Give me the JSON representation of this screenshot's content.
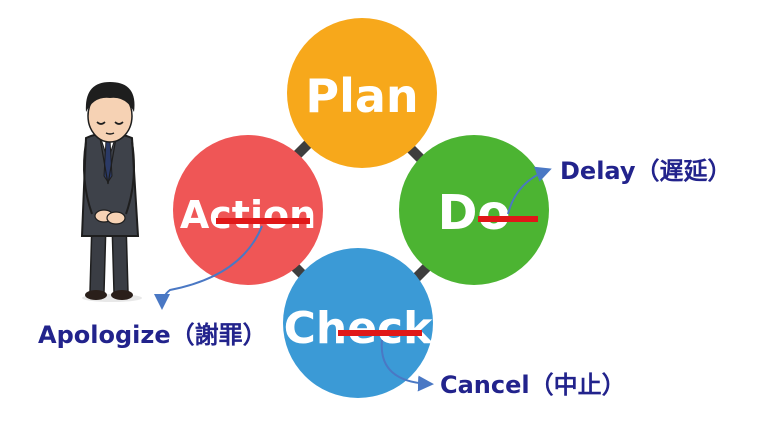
{
  "cycle": {
    "plan": {
      "label": "Plan",
      "color": "#f7a81b"
    },
    "do": {
      "label": "Do",
      "color": "#4cb432"
    },
    "check": {
      "label": "Check",
      "color": "#3b9ad6"
    },
    "action": {
      "label": "Action",
      "color": "#ef5656"
    }
  },
  "annotations": {
    "delay": "Delay（遅延）",
    "cancel": "Cancel（中止）",
    "apologize": "Apologize（謝罪）"
  },
  "colors": {
    "strike": "#e01818",
    "annotation_text": "#22238c",
    "arrow": "#3e3e3e",
    "leader_line": "#4a78c4"
  },
  "icons": [
    "bowing-businessman-icon"
  ]
}
